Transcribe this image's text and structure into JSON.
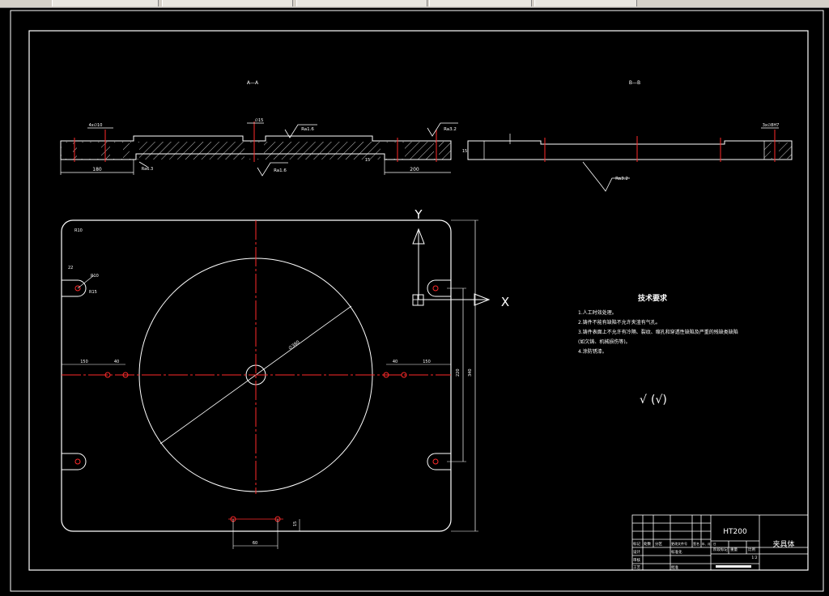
{
  "section_a_label": "A—A",
  "section_b_label": "B—B",
  "dims": {
    "a_left_hole": "4x∅10",
    "a_length_left": "180",
    "a_slot": "∅15",
    "a_length_right": "200",
    "a_right_small": "15",
    "b_height": "15",
    "b_hole": "3x∅8H7",
    "plan_corner": "R10",
    "plan_slot_w": "22",
    "plan_slot_r1": "R10",
    "plan_slot_r2": "R15",
    "plan_circle": "∅380",
    "plan_left_a": "150",
    "plan_left_b": "40",
    "plan_right_a": "40",
    "plan_right_b": "150",
    "plan_vert_inner": "220",
    "plan_vert_outer": "340",
    "plan_bottom_w": "60",
    "plan_bottom_h": "15"
  },
  "roughness": {
    "r1": "Ra1.6",
    "r2": "Ra1.6",
    "r3": "Ra3.2",
    "r4": "Ra6.3",
    "r5": "Ra3.2",
    "general_symbol": "√",
    "general_paren": "(√)"
  },
  "axes": {
    "y": "Y",
    "x": "X"
  },
  "tech_requirements": {
    "title": "技术要求",
    "items": [
      "1.人工时效处理。",
      "2.铸件不能有缺陷不允许夹渣有气孔。",
      "3.铸件表面上不允许有冷隔、裂纹、缩孔和穿透性缺陷及严重的残缺类缺陷",
      "(如欠铸、机械损伤等)。",
      "4.涂防锈漆。"
    ]
  },
  "title_block": {
    "material": "HT200",
    "part_name": "夹具体",
    "scale": "1:2",
    "h_mark": "标记",
    "h_count": "处数",
    "h_zone": "分区",
    "h_docno": "更改文件号",
    "h_sign": "签名",
    "h_date": "年、月、日",
    "h_stage": "阶段标记",
    "h_weight": "重量",
    "h_ratio": "比例",
    "design": "设计",
    "standard": "标准化",
    "review": "审核",
    "process": "工艺",
    "approve": "批准"
  }
}
